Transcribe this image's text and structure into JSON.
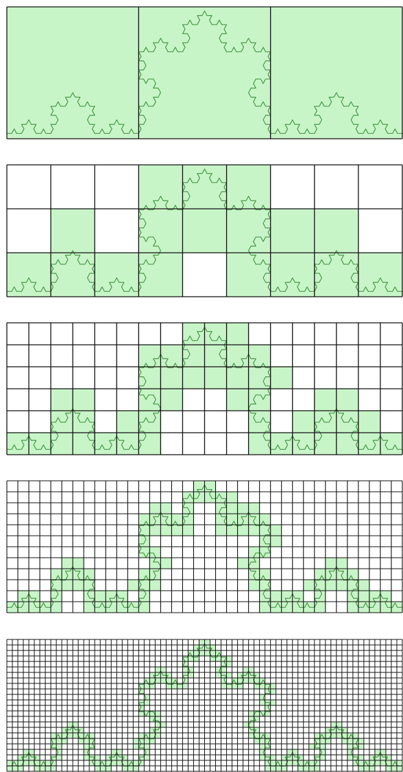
{
  "figure": {
    "kind": "box-counting illustration of a Koch curve",
    "colors": {
      "filled_box": "#c8f5c8",
      "curve": "#4a9a4a",
      "grid_line": "#111111",
      "background": "#ffffff"
    },
    "koch_iterations": 4,
    "grid_panels": [
      {
        "cols": 3,
        "rows": 1
      },
      {
        "cols": 9,
        "rows": 3
      },
      {
        "cols": 18,
        "rows": 6
      },
      {
        "cols": 36,
        "rows": 12
      },
      {
        "cols": 72,
        "rows": 24
      }
    ]
  }
}
